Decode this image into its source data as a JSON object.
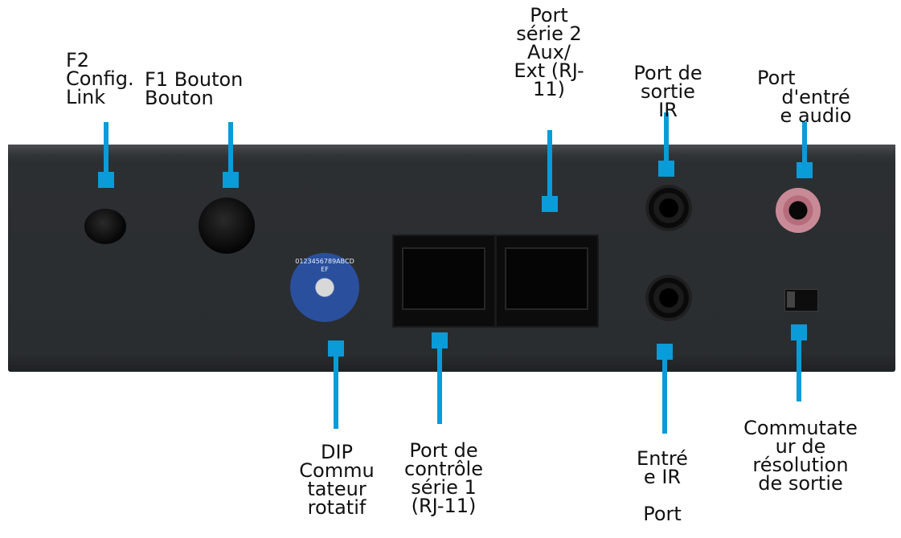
{
  "labels": {
    "f2": "F2\nConfig.\nLink",
    "f1": "F1 Bouton\nBouton",
    "serial2": "Port\nsérie 2\nAux/\nExt (RJ-\n11)",
    "ir_out": "Port de\nsortie\nIR",
    "audio_in_1": "Port",
    "audio_in_2": "d'entré\ne audio",
    "dip": "DIP\nCommu\ntateur\nrotatif",
    "serial1": "Port de\ncontrôle\nsérie 1\n(RJ-11)",
    "ir_in": "Entré\ne IR\n\nPort",
    "resolution": "Commutate\nur de\nrésolution\nde sortie"
  },
  "colors": {
    "leader": "#0a9bd9",
    "panel": "#2b2e31",
    "audio_jack": "#c98a97",
    "dip_switch": "#2a4f9c"
  },
  "dip_text": "0123456789ABCDEF"
}
